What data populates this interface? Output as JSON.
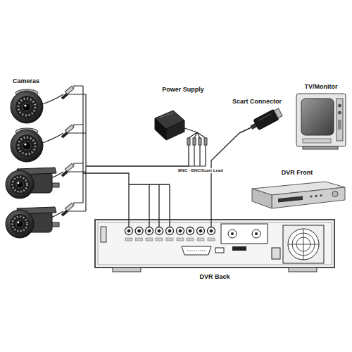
{
  "diagram": {
    "nodes": [
      {
        "text": [
          "Cameras"
        ]
      },
      {
        "text": [
          "Power Supply"
        ]
      },
      {
        "text": [
          "Scart Connector"
        ]
      },
      {
        "text": [
          "TV/Monitor"
        ]
      },
      {
        "text": [
          "DVR Front"
        ]
      },
      {
        "text": [
          "DVR Back"
        ]
      }
    ],
    "edges": [
      {
        "from": 0,
        "to": 5,
        "arrow": "none"
      },
      {
        "from": 1,
        "to": 0,
        "arrow": "none"
      },
      {
        "from": 2,
        "to": 5,
        "arrow": "none"
      }
    ],
    "labels": [
      "BNC - BNC/Scart Lead"
    ]
  }
}
